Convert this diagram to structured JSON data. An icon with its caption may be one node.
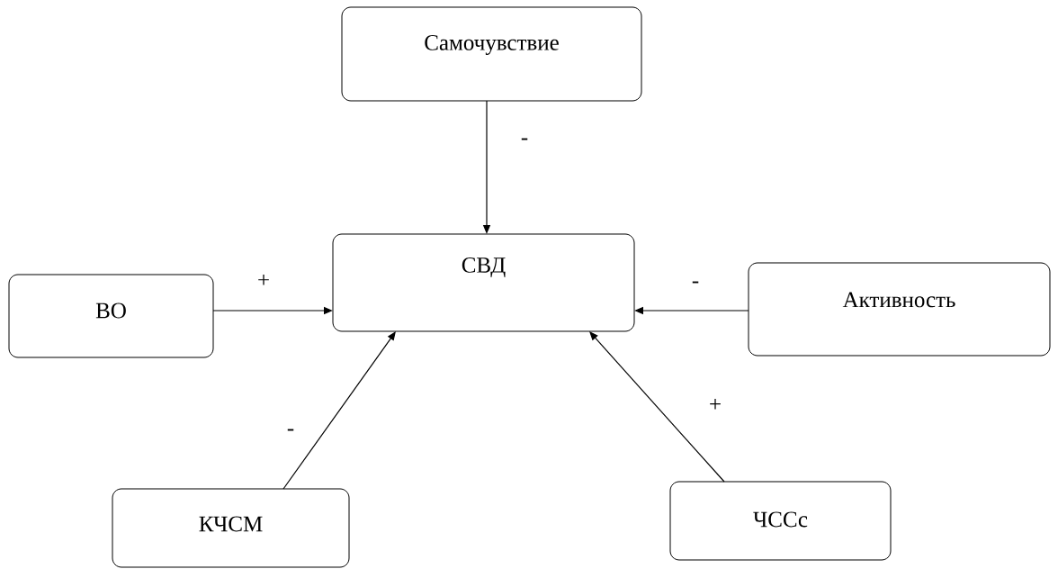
{
  "diagram": {
    "nodes": [
      {
        "text": [
          "Самочувствие"
        ]
      },
      {
        "text": [
          "СВД"
        ]
      },
      {
        "text": [
          "ВО"
        ]
      },
      {
        "text": [
          "Активность"
        ]
      },
      {
        "text": [
          "КЧСМ"
        ]
      },
      {
        "text": [
          "ЧССс"
        ]
      }
    ],
    "edges": [
      {
        "from": 0,
        "to": 1,
        "arrow": "to",
        "label": "-"
      },
      {
        "from": 2,
        "to": 1,
        "arrow": "to",
        "label": "+"
      },
      {
        "from": 3,
        "to": 1,
        "arrow": "to",
        "label": "-"
      },
      {
        "from": 4,
        "to": 1,
        "arrow": "to",
        "label": "-"
      },
      {
        "from": 5,
        "to": 1,
        "arrow": "to",
        "label": "+"
      }
    ]
  }
}
